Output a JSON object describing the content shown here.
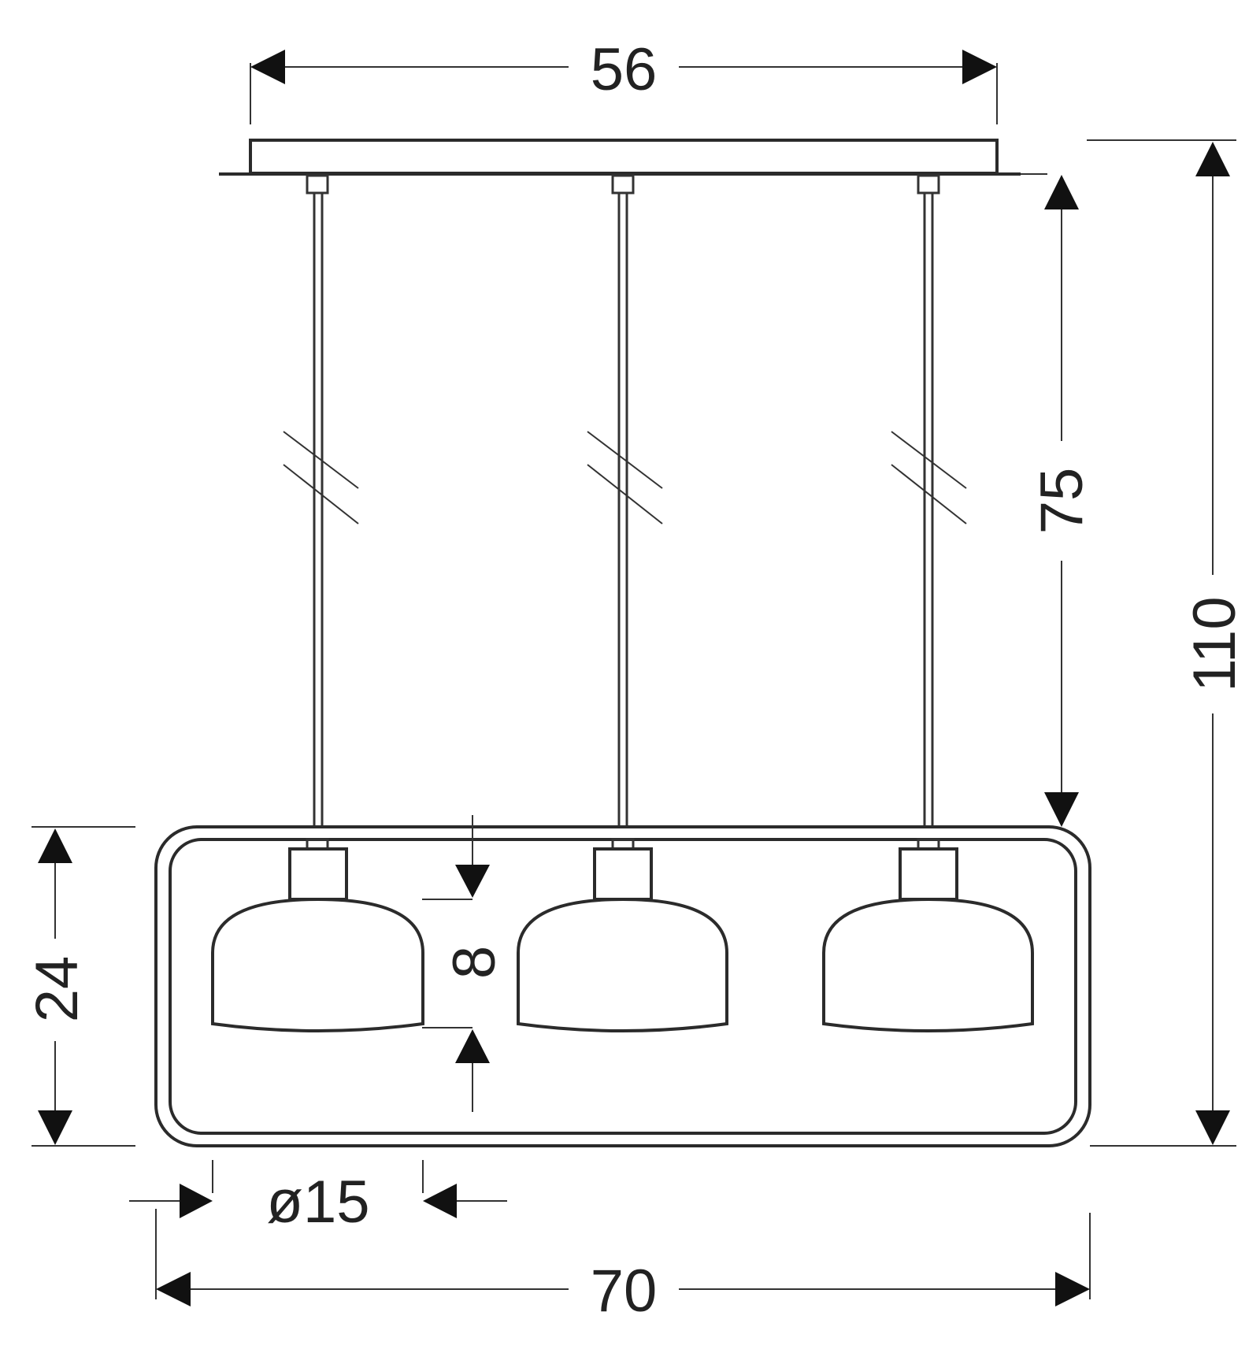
{
  "dimensions": {
    "canopy_width": "56",
    "cable_length": "75",
    "total_height": "110",
    "frame_height": "24",
    "shade_height": "8",
    "shade_diameter": "ø15",
    "total_width": "70"
  },
  "colors": {
    "line": "#2b2b2b",
    "background": "#ffffff"
  }
}
